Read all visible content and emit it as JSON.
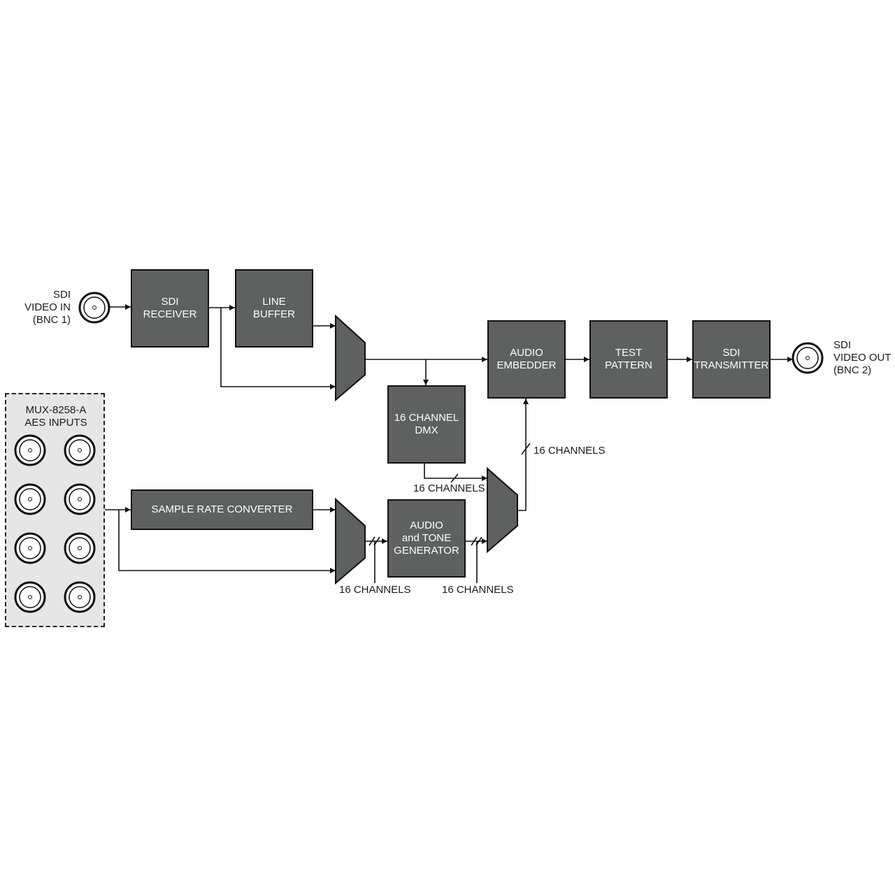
{
  "inputs": {
    "sdi_in": [
      "SDI",
      "VIDEO IN",
      "(BNC 1)"
    ],
    "aes_title": [
      "MUX-8258-A",
      "AES INPUTS"
    ]
  },
  "outputs": {
    "sdi_out": [
      "SDI",
      "VIDEO OUT",
      "(BNC 2)"
    ]
  },
  "blocks": {
    "sdi_receiver": [
      "SDI",
      "RECEIVER"
    ],
    "line_buffer": [
      "LINE",
      "BUFFER"
    ],
    "audio_embedder": [
      "AUDIO",
      "EMBEDDER"
    ],
    "test_pattern": [
      "TEST",
      "PATTERN"
    ],
    "sdi_transmitter": [
      "SDI",
      "TRANSMITTER"
    ],
    "channel_dmx": [
      "16 CHANNEL",
      "DMX"
    ],
    "sample_rate_converter": [
      "SAMPLE RATE CONVERTER"
    ],
    "audio_tone_generator": [
      "AUDIO",
      "and TONE",
      "GENERATOR"
    ]
  },
  "bus_labels": {
    "dmx_out": "16 CHANNELS",
    "mux_to_embedder": "16 CHANNELS",
    "mux_out": "16 CHANNELS",
    "generator_out": "16 CHANNELS"
  },
  "colors": {
    "block_fill": "#5f6060",
    "panel_fill": "#e6e6e6",
    "line": "#111111"
  }
}
